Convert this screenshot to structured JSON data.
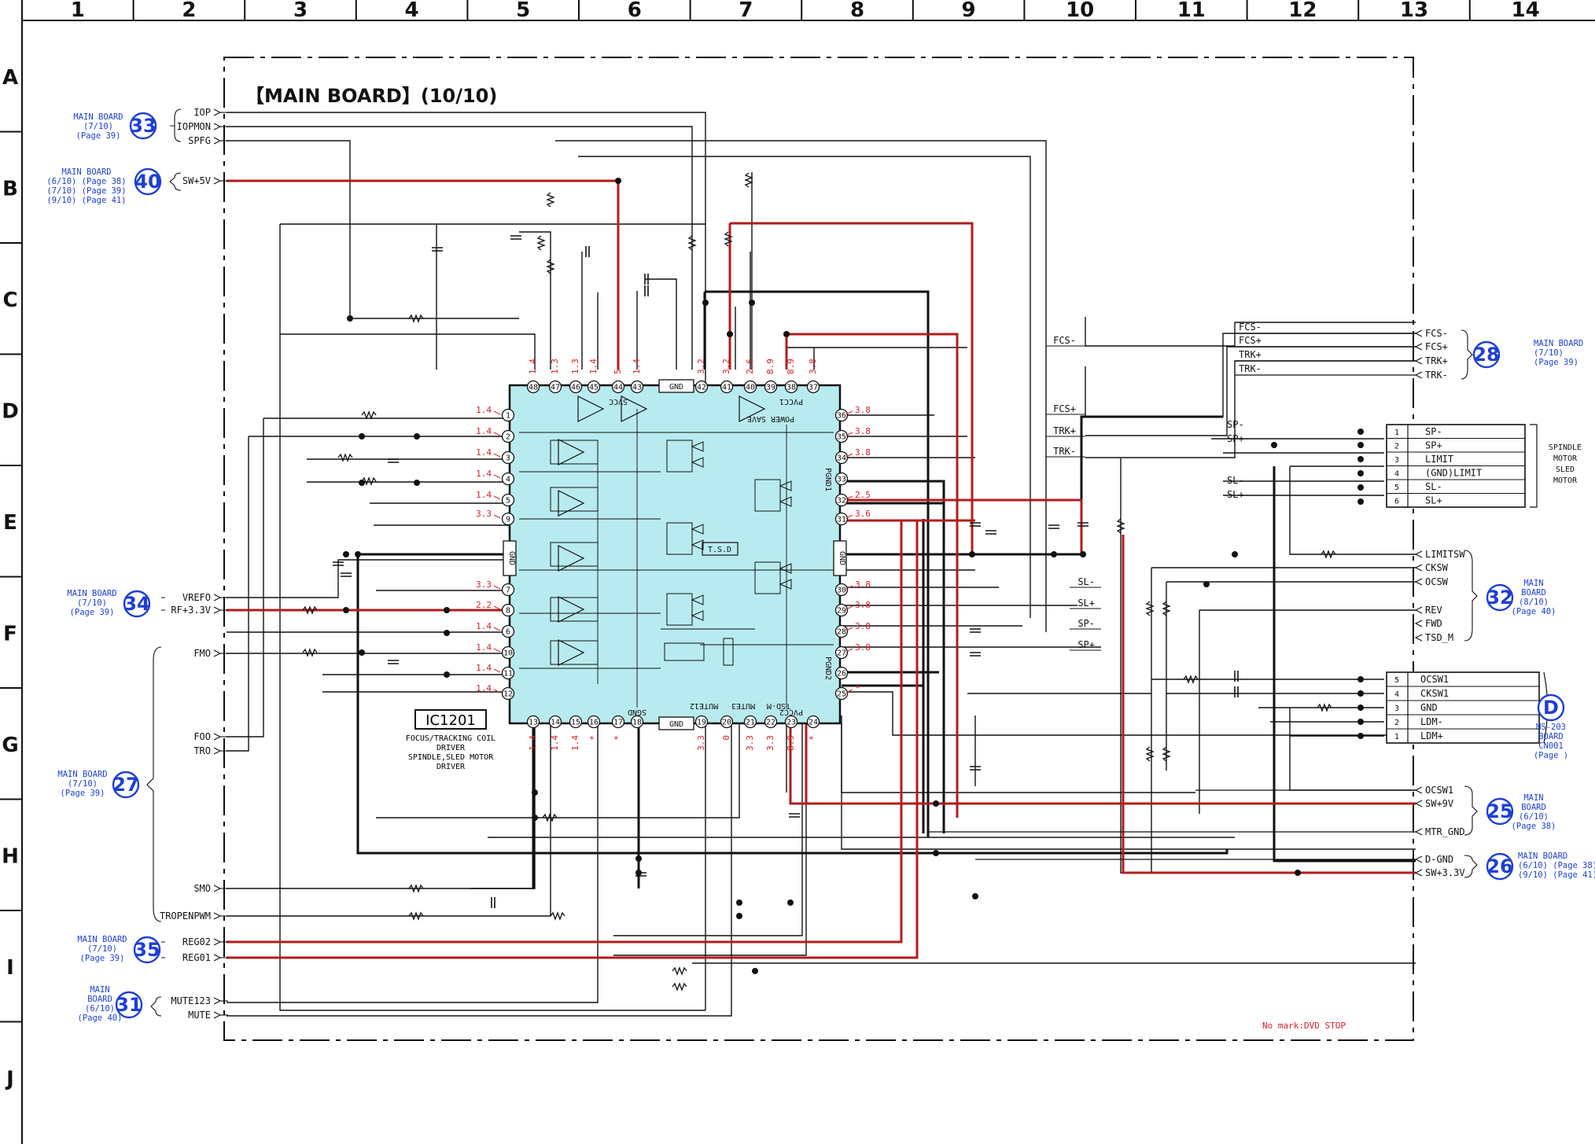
{
  "grid": {
    "cols": [
      "1",
      "2",
      "3",
      "4",
      "5",
      "6",
      "7",
      "8",
      "9",
      "10",
      "11",
      "12",
      "13",
      "14"
    ],
    "rows": [
      "A",
      "B",
      "C",
      "D",
      "E",
      "F",
      "G",
      "H",
      "I",
      "J"
    ]
  },
  "title": "【MAIN BOARD】(10/10)",
  "ic": {
    "ref": "IC1201",
    "desc": [
      "FOCUS/TRACKING COIL",
      "DRIVER",
      "SPINDLE,SLED MOTOR",
      "DRIVER"
    ],
    "center_label": "T.S.D",
    "gnd": "GND",
    "pvcc1": "PVCC1",
    "pvcc2": "PVCC2",
    "pgnd1": "PGND1",
    "pgnd2": "PGND2",
    "svcc": "SVCC",
    "sgnd": "SGND",
    "mute_labels": [
      "MUTE12",
      "MUTE3",
      "TSD-M"
    ],
    "power_save": "POWER SAVE",
    "left_pins": [
      "1",
      "2",
      "3",
      "4",
      "5",
      "9",
      "GND",
      "7",
      "8",
      "6",
      "10",
      "11",
      "12"
    ],
    "left_volts": [
      "1.4",
      "1.4",
      "1.4",
      "1.4",
      "1.4",
      "3.3",
      "",
      "3.3",
      "2.2",
      "1.4",
      "1.4",
      "1.4",
      "1.4"
    ],
    "top_pins": [
      "48",
      "47",
      "46",
      "45",
      "44",
      "43",
      "GND",
      "42",
      "41",
      "40",
      "39",
      "38",
      "37"
    ],
    "top_volts": [
      "1.4",
      "1.3",
      "1.3",
      "1.4",
      "5",
      "1.4",
      "",
      "3.2",
      "3.2",
      "2.6",
      "8.9",
      "8.9",
      "3.8"
    ],
    "right_pins": [
      "36",
      "35",
      "34",
      "33",
      "32",
      "31",
      "GND",
      "30",
      "29",
      "28",
      "27",
      "26",
      "25"
    ],
    "right_volts": [
      "3.8",
      "3.8",
      "3.8",
      "",
      "2.5",
      "3.6",
      "",
      "3.8",
      "3.8",
      "3.8",
      "3.8",
      "",
      "*"
    ],
    "bottom_pins": [
      "13",
      "14",
      "15",
      "16",
      "17",
      "18",
      "GND",
      "19",
      "20",
      "21",
      "22",
      "23",
      "24"
    ],
    "bottom_volts": [
      "1.4",
      "1.4",
      "1.4",
      "*",
      "*",
      "",
      "",
      "3.3",
      "0",
      "3.3",
      "3.3",
      "8.9",
      "*"
    ]
  },
  "left_signals": {
    "group33": [
      "IOP",
      "IOPMON",
      "SPFG"
    ],
    "group40": [
      "SW+5V"
    ],
    "group34": [
      "VREFO",
      "RF+3.3V"
    ],
    "group27": [
      "FMO",
      "FOO",
      "TRO",
      "SMO",
      "TROPENPWM"
    ],
    "group35": [
      "REG02",
      "REG01"
    ],
    "group31": [
      "MUTE123",
      "MUTE"
    ]
  },
  "right_signals": {
    "group28": [
      "FCS-",
      "FCS+",
      "TRK+",
      "TRK-"
    ],
    "group32": [
      "LIMITSW",
      "CKSW",
      "OCSW",
      "REV",
      "FWD",
      "TSD_M"
    ],
    "group25": [
      "OCSW1",
      "SW+9V",
      "MTR_GND"
    ],
    "group26": [
      "D-GND",
      "SW+3.3V"
    ]
  },
  "mid_signals": {
    "upper": [
      "FCS-",
      "FCS+",
      "TRK+",
      "TRK-"
    ],
    "lower": [
      "SL-",
      "SL+",
      "SP-",
      "SP+"
    ],
    "motor_side": [
      "SP-",
      "SP+",
      "SL-",
      "SL+"
    ]
  },
  "connectors": {
    "motor": {
      "nums": [
        "1",
        "2",
        "3",
        "4",
        "5",
        "6"
      ],
      "names": [
        "SP-",
        "SP+",
        "LIMIT",
        "(GND)LIMIT",
        "SL-",
        "SL+"
      ],
      "desc": [
        "SPINDLE",
        "MOTOR",
        "SLED",
        "MOTOR"
      ]
    },
    "ms203": {
      "nums": [
        "5",
        "4",
        "3",
        "2",
        "1"
      ],
      "names": [
        "OCSW1",
        "CKSW1",
        "GND",
        "LDM-",
        "LDM+"
      ]
    }
  },
  "refs": {
    "r33": {
      "num": "33",
      "lines": [
        "MAIN BOARD",
        "(7/10)",
        "(Page 39)"
      ]
    },
    "r40": {
      "num": "40",
      "lines": [
        "MAIN BOARD",
        "(6/10) (Page 38)",
        "(7/10) (Page 39)",
        "(9/10) (Page 41)"
      ]
    },
    "r34": {
      "num": "34",
      "lines": [
        "MAIN BOARD",
        "(7/10)",
        "(Page 39)"
      ]
    },
    "r27": {
      "num": "27",
      "lines": [
        "MAIN BOARD",
        "(7/10)",
        "(Page 39)"
      ]
    },
    "r35": {
      "num": "35",
      "lines": [
        "MAIN BOARD",
        "(7/10)",
        "(Page 39)"
      ]
    },
    "r31": {
      "num": "31",
      "lines": [
        "MAIN",
        "BOARD",
        "(6/10)",
        "(Page 40)"
      ]
    },
    "r28": {
      "num": "28",
      "lines": [
        "MAIN BOARD",
        "(7/10)",
        "(Page 39)"
      ]
    },
    "r32": {
      "num": "32",
      "lines": [
        "MAIN",
        "BOARD",
        "(8/10)",
        "(Page 40)"
      ]
    },
    "rD": {
      "num": "D",
      "lines": [
        "MS-203",
        "BOARD",
        "CN001",
        "(Page   )"
      ]
    },
    "r25": {
      "num": "25",
      "lines": [
        "MAIN",
        "BOARD",
        "(6/10)",
        "(Page 38)"
      ]
    },
    "r26": {
      "num": "26",
      "lines": [
        "MAIN BOARD",
        "(6/10) (Page 38)",
        "(9/10) (Page 41)"
      ]
    }
  },
  "note": "No mark:DVD STOP",
  "colors": {
    "ic_fill": "#b8ebef",
    "red_wire": "#b31c1c",
    "ref_blue": "#1d3fd4",
    "volt_red": "#d8202a"
  }
}
